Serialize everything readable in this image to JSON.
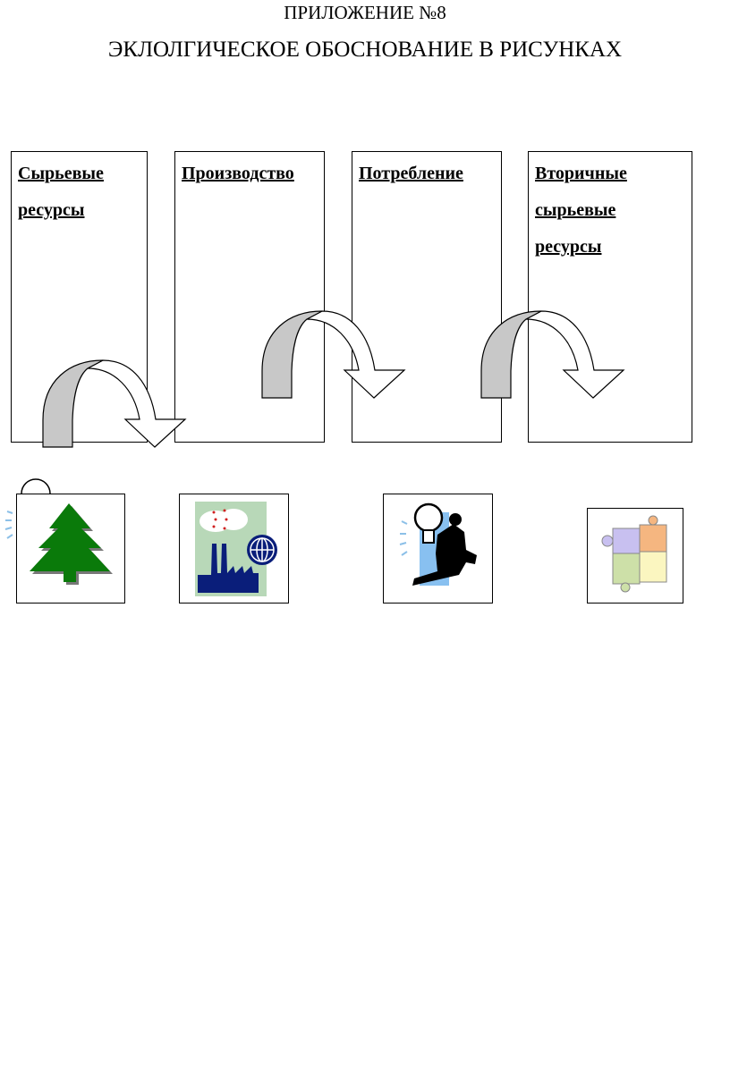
{
  "header": {
    "appendix": "ПРИЛОЖЕНИЕ №8",
    "title": "ЭКЛОЛГИЧЕСКОЕ ОБОСНОВАНИЕ В РИСУНКАХ"
  },
  "stages": [
    {
      "label": "Сырьевые ресурсы",
      "icon": "fir-tree-icon"
    },
    {
      "label": "Производство",
      "icon": "factory-globe-icon"
    },
    {
      "label": "Потребление",
      "icon": "lightbulb-businessman-icon"
    },
    {
      "label": "Вторичные сырьевые ресурсы",
      "icon": "puzzle-icon"
    }
  ],
  "colors": {
    "arrow_gray": "#c8c8c8",
    "tree": "#0a7a0a",
    "factory": "#0a1e7a",
    "puzzle": [
      "#c8c0f0",
      "#f5b680",
      "#cde0a8",
      "#fbf6c0"
    ]
  }
}
